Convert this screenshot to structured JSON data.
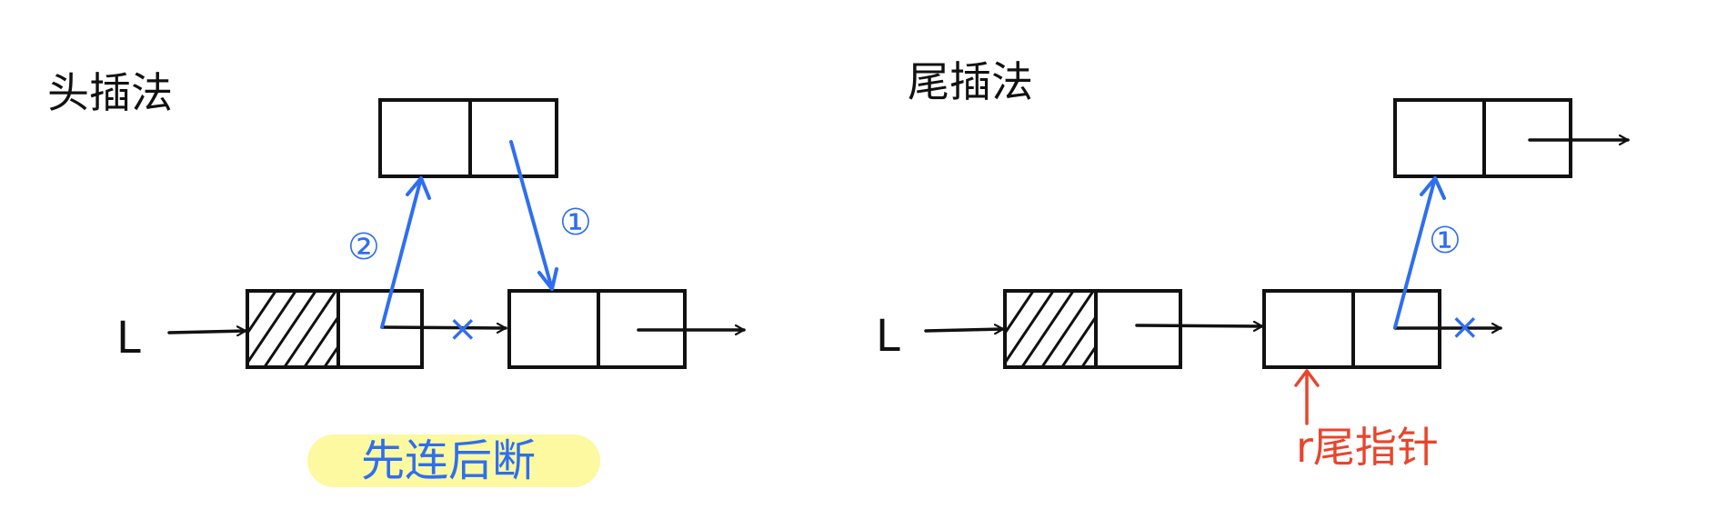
{
  "colors": {
    "ink": "#111111",
    "blue": "#2f6ef0",
    "red": "#e8452d",
    "highlight": "#fcf9a0"
  },
  "left": {
    "title": "头插法",
    "list_label": "L",
    "step_one": "①",
    "step_two": "②",
    "cut_mark": "×",
    "caption": "先连后断"
  },
  "right": {
    "title": "尾插法",
    "list_label": "L",
    "step_one": "①",
    "cut_mark": "×",
    "pointer_label": "r尾指针"
  }
}
